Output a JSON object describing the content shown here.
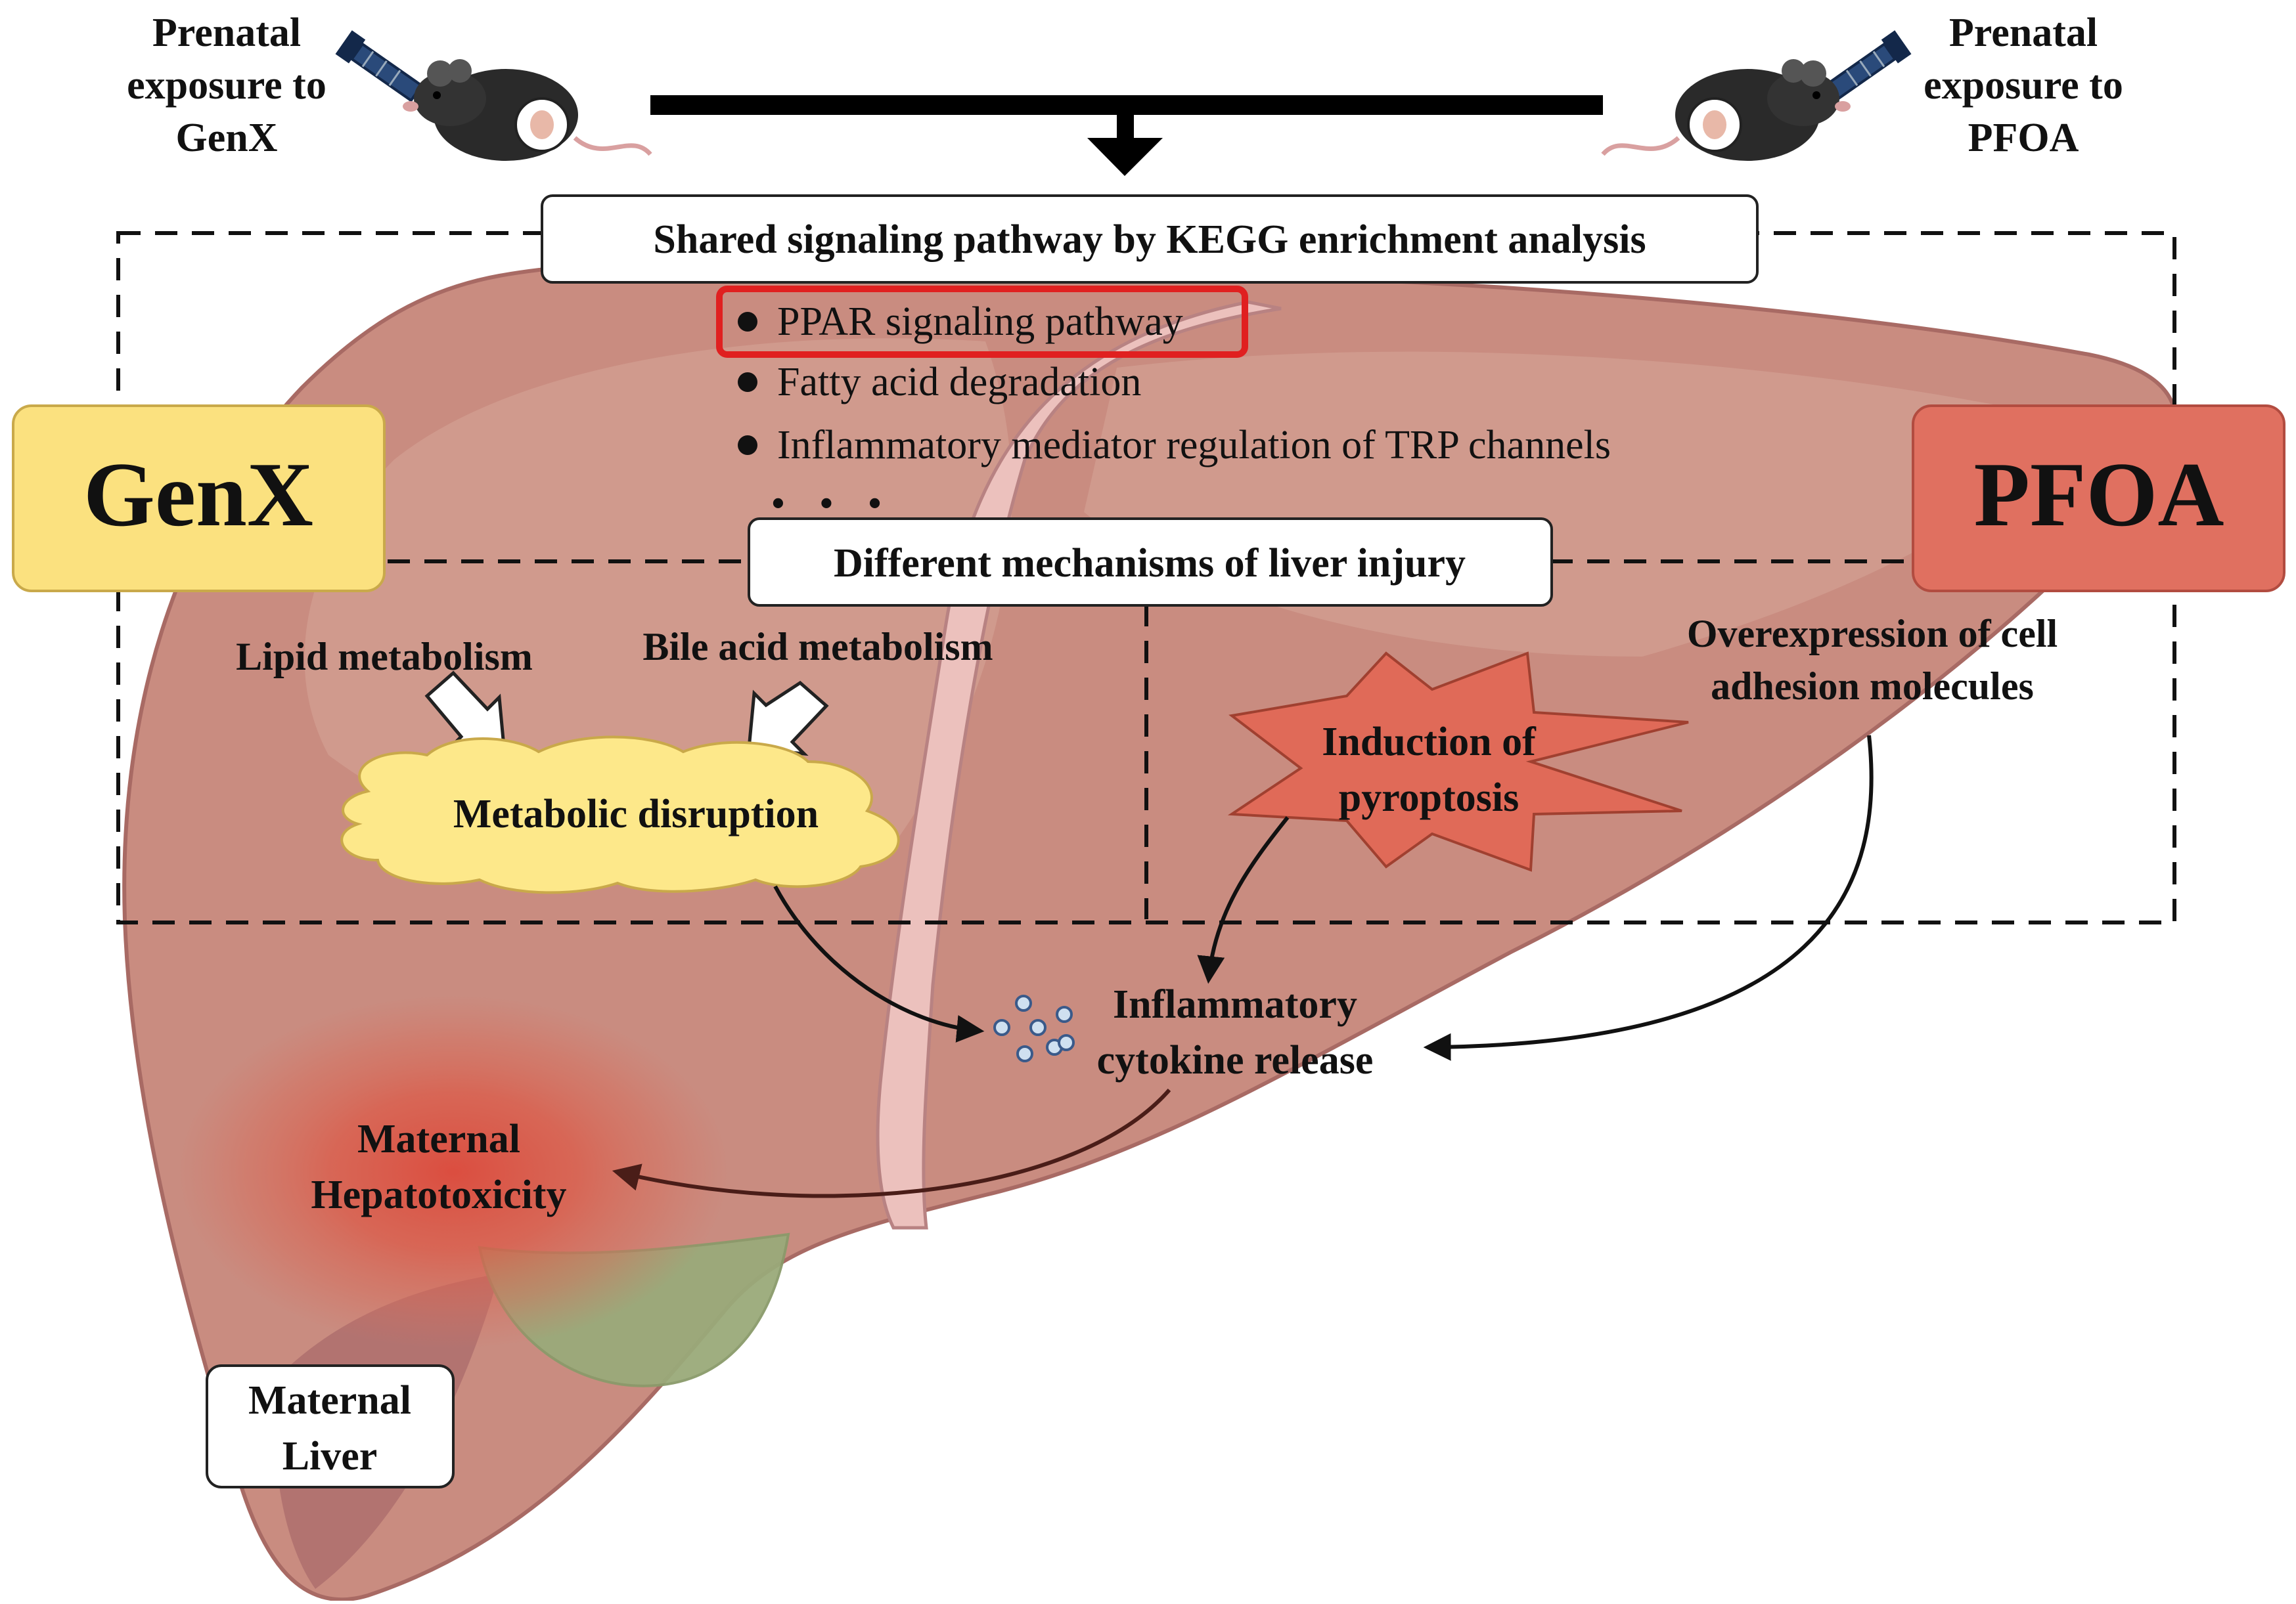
{
  "left_exposure": {
    "line1": "Prenatal",
    "line2": "exposure to",
    "line3": "GenX"
  },
  "right_exposure": {
    "line1": "Prenatal",
    "line2": "exposure to",
    "line3": "PFOA"
  },
  "shared_title": "Shared signaling pathway by KEGG enrichment analysis",
  "pathways": [
    "PPAR signaling pathway",
    "Fatty acid degradation",
    "Inflammatory mediator regulation of TRP channels"
  ],
  "ellipsis": "• • •",
  "genx_label": "GenX",
  "pfoa_label": "PFOA",
  "mechanisms_title": "Different mechanisms of liver injury",
  "lipid_metabolism": "Lipid metabolism",
  "bile_acid_metabolism": "Bile acid metabolism",
  "metabolic_disruption": "Metabolic disruption",
  "pyroptosis": {
    "line1": "Induction of",
    "line2": "pyroptosis"
  },
  "adhesion": {
    "line1": "Overexpression of cell",
    "line2": "adhesion molecules"
  },
  "cytokine": {
    "line1": "Inflammatory",
    "line2": "cytokine release"
  },
  "hepatotoxicity": {
    "line1": "Maternal",
    "line2": "Hepatotoxicity"
  },
  "liver_label": {
    "line1": "Maternal",
    "line2": "Liver"
  },
  "colors": {
    "genx_box": "#fbe17f",
    "pfoa_box": "#e07060",
    "liver": "#c98c80",
    "highlight_red": "#e02020",
    "gallbladder": "#9aaa7a",
    "cloud": "#fde88a"
  }
}
